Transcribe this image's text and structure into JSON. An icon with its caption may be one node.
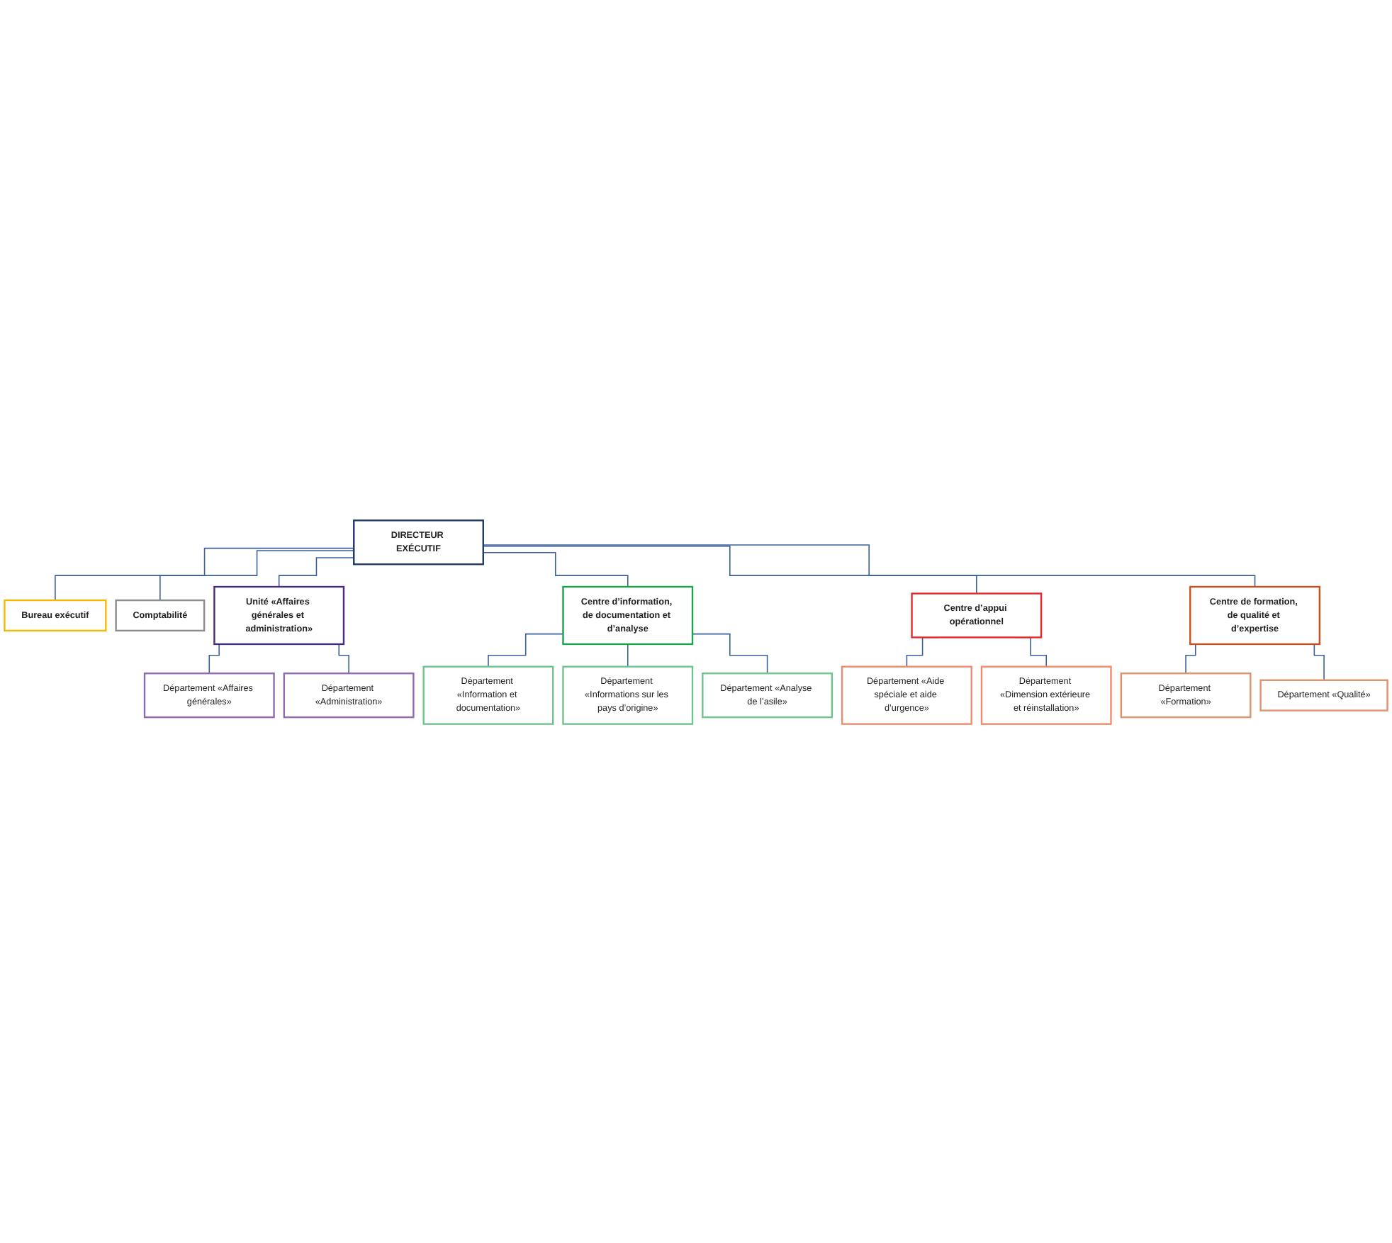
{
  "diagram": {
    "nodes": [
      {
        "text": [
          "DIRECTEUR EXÉCUTIF"
        ]
      },
      {
        "text": [
          "Bureau exécutif"
        ]
      },
      {
        "text": [
          "Comptabilité"
        ]
      },
      {
        "text": [
          "Unité «Affaires générales et administration»"
        ]
      },
      {
        "text": [
          "Centre d’information, de documentation et d’analyse"
        ]
      },
      {
        "text": [
          "Centre d’appui opérationnel"
        ]
      },
      {
        "text": [
          "Centre de formation, de qualité et d’expertise"
        ]
      },
      {
        "text": [
          "Département «Affaires générales»"
        ]
      },
      {
        "text": [
          "Département «Administration»"
        ]
      },
      {
        "text": [
          "Département «Information et documentation»"
        ]
      },
      {
        "text": [
          "Département «Informations sur les pays d’origine»"
        ]
      },
      {
        "text": [
          "Département «Analyse de l’asile»"
        ]
      },
      {
        "text": [
          "Département «Aide spéciale et aide d’urgence»"
        ]
      },
      {
        "text": [
          "Département «Dimension extérieure et réinstallation»"
        ]
      },
      {
        "text": [
          "Département «Formation»"
        ]
      },
      {
        "text": [
          "Département «Qualité»"
        ]
      }
    ],
    "edges": [
      {
        "from": 0,
        "to": 1,
        "arrow": "none"
      },
      {
        "from": 0,
        "to": 2,
        "arrow": "none"
      },
      {
        "from": 0,
        "to": 3,
        "arrow": "none"
      },
      {
        "from": 0,
        "to": 4,
        "arrow": "none"
      },
      {
        "from": 0,
        "to": 5,
        "arrow": "none"
      },
      {
        "from": 0,
        "to": 6,
        "arrow": "none"
      },
      {
        "from": 3,
        "to": 7,
        "arrow": "none"
      },
      {
        "from": 3,
        "to": 8,
        "arrow": "none"
      },
      {
        "from": 4,
        "to": 9,
        "arrow": "none"
      },
      {
        "from": 4,
        "to": 10,
        "arrow": "none"
      },
      {
        "from": 4,
        "to": 11,
        "arrow": "none"
      },
      {
        "from": 5,
        "to": 12,
        "arrow": "none"
      },
      {
        "from": 5,
        "to": 13,
        "arrow": "none"
      },
      {
        "from": 6,
        "to": 14,
        "arrow": "none"
      },
      {
        "from": 6,
        "to": 15,
        "arrow": "none"
      }
    ]
  }
}
